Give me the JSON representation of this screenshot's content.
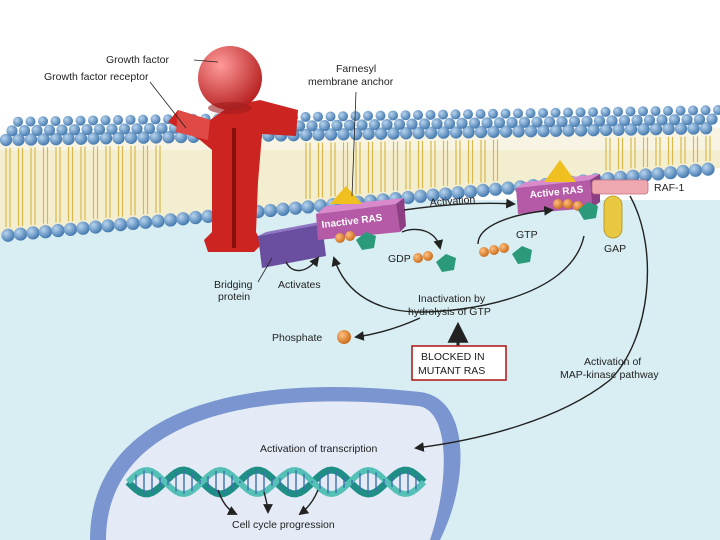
{
  "labels": {
    "growth_factor": "Growth factor",
    "growth_factor_receptor": "Growth factor receptor",
    "farnesyl_line1": "Farnesyl",
    "farnesyl_line2": "membrane anchor",
    "inactive_ras": "Inactive RAS",
    "active_ras": "Active RAS",
    "raf1": "RAF-1",
    "activation": "Activation",
    "gtp": "GTP",
    "gdp": "GDP",
    "gap": "GAP",
    "bridging_line1": "Bridging",
    "bridging_line2": "protein",
    "activates": "Activates",
    "inactivation_line1": "Inactivation by",
    "inactivation_line2": "hydrolysis of GTP",
    "phosphate": "Phosphate",
    "blocked_line1": "BLOCKED IN",
    "blocked_line2": "MUTANT RAS",
    "map_line1": "Activation of",
    "map_line2": "MAP-kinase pathway",
    "transcription": "Activation of transcription",
    "cell_cycle": "Cell cycle progression"
  },
  "colors": {
    "cytoplasm": "#d8eef2",
    "head": "#5f93c4",
    "tail": "#e8d27a",
    "receptor": "#d42a26",
    "growth_factor": "#d94040",
    "ras": "#c066b0",
    "bridging": "#7055a8",
    "farnesyl": "#f0c020",
    "gtp_pentagon": "#2a9a7a",
    "phosphate": "#e08a30",
    "gap": "#e8c840",
    "raf": "#f0a8b0",
    "nucleus": "#dde6f5",
    "nuclear_rim": "#8ea6d6",
    "dna": "#2aa59a"
  }
}
